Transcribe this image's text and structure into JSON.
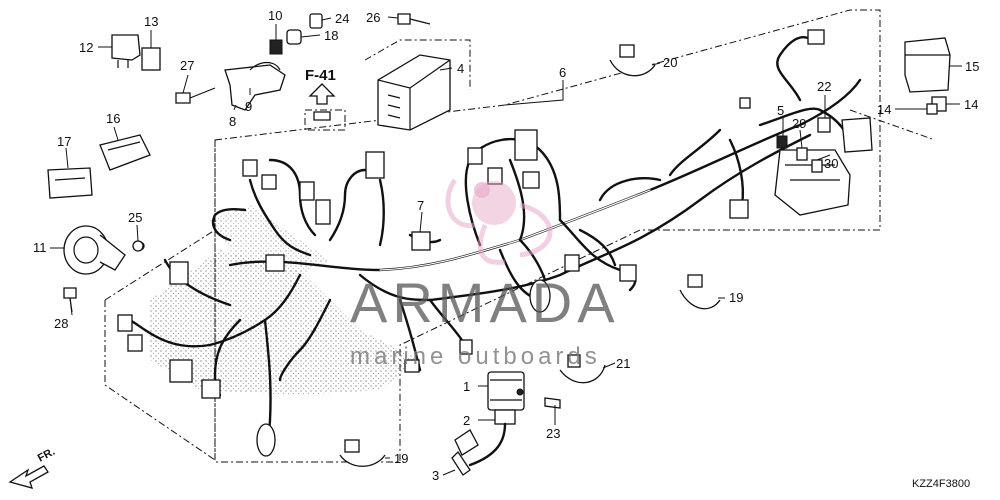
{
  "callouts": [
    {
      "label": "1"
    },
    {
      "label": "2"
    },
    {
      "label": "3"
    },
    {
      "label": "4"
    },
    {
      "label": "5"
    },
    {
      "label": "6"
    },
    {
      "label": "7"
    },
    {
      "label": "8"
    },
    {
      "label": "9"
    },
    {
      "label": "10"
    },
    {
      "label": "11"
    },
    {
      "label": "12"
    },
    {
      "label": "13"
    },
    {
      "label": "14"
    },
    {
      "label": "14"
    },
    {
      "label": "15"
    },
    {
      "label": "16"
    },
    {
      "label": "17"
    },
    {
      "label": "18"
    },
    {
      "label": "19"
    },
    {
      "label": "19"
    },
    {
      "label": "20"
    },
    {
      "label": "21"
    },
    {
      "label": "22"
    },
    {
      "label": "23"
    },
    {
      "label": "24"
    },
    {
      "label": "25"
    },
    {
      "label": "26"
    },
    {
      "label": "27"
    },
    {
      "label": "28"
    },
    {
      "label": "29"
    },
    {
      "label": "30"
    }
  ],
  "reference": "F-41",
  "direction_label": "FR.",
  "diagram_code": "KZZ4F3800",
  "watermark": {
    "brand": "ARMADA",
    "tagline": "marine outboards"
  }
}
